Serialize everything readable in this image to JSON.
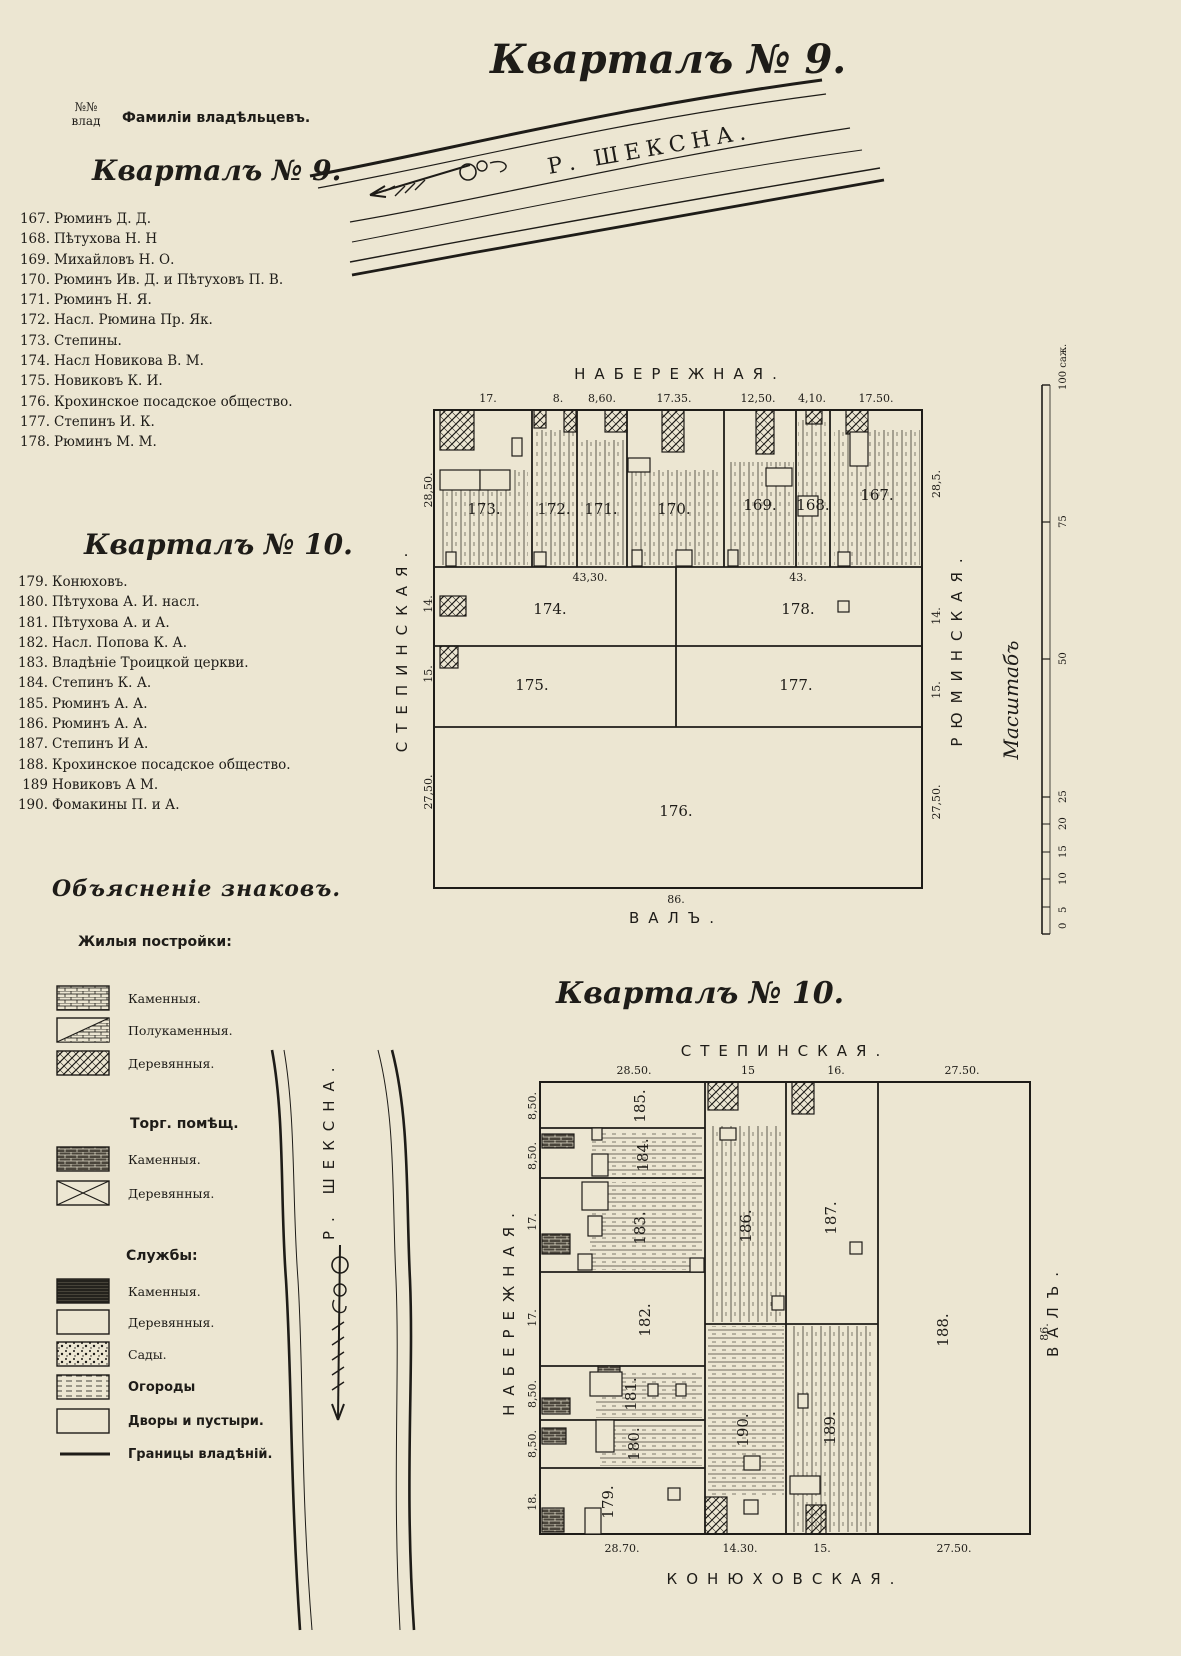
{
  "page_title": "Кварталъ № 9.",
  "list_header": {
    "no": "№№ влад",
    "names": "Фамиліи владѣльцевъ."
  },
  "block9": {
    "title": "Кварталъ № 9.",
    "owners": [
      {
        "no": "167.",
        "name": "Рюминъ Д. Д."
      },
      {
        "no": "168.",
        "name": "Пѣтухова Н. Н"
      },
      {
        "no": "169.",
        "name": "Михайловъ Н. О."
      },
      {
        "no": "170.",
        "name": "Рюминъ Ив. Д. и Пѣтуховъ П. В."
      },
      {
        "no": "171.",
        "name": "Рюминъ Н. Я."
      },
      {
        "no": "172.",
        "name": "Насл. Рюмина Пр. Як."
      },
      {
        "no": "173.",
        "name": "Степины."
      },
      {
        "no": "174.",
        "name": "Насл Новикова В. М."
      },
      {
        "no": "175.",
        "name": "Новиковъ К. И."
      },
      {
        "no": "176.",
        "name": "Крохинское посадское общество."
      },
      {
        "no": "177.",
        "name": "Степинъ И. К."
      },
      {
        "no": "178.",
        "name": "Рюминъ М. М."
      }
    ]
  },
  "block10": {
    "title": "Кварталъ № 10.",
    "owners": [
      {
        "no": "179.",
        "name": "Конюховъ."
      },
      {
        "no": "180.",
        "name": "Пѣтухова А. И. насл."
      },
      {
        "no": "181.",
        "name": "Пѣтухова А. и А."
      },
      {
        "no": "182.",
        "name": "Насл. Попова К. А."
      },
      {
        "no": "183.",
        "name": "Владѣніе Троицкой церкви."
      },
      {
        "no": "184.",
        "name": "Степинъ К. А."
      },
      {
        "no": "185.",
        "name": "Рюминъ А. А."
      },
      {
        "no": "186.",
        "name": "Рюминъ А. А."
      },
      {
        "no": "187.",
        "name": "Степинъ И А."
      },
      {
        "no": "188.",
        "name": "Крохинское посадское общество."
      },
      {
        "no": "189",
        "name": "Новиковъ А М."
      },
      {
        "no": "190.",
        "name": "Фомакины П. и А."
      }
    ]
  },
  "legend": {
    "title": "Объясненіе знаковъ.",
    "residential": {
      "title": "Жилыя постройки:",
      "items": [
        {
          "label": "Каменныя.",
          "pattern": "brick"
        },
        {
          "label": "Полукаменныя.",
          "pattern": "half"
        },
        {
          "label": "Деревянныя.",
          "pattern": "wood"
        }
      ]
    },
    "trade": {
      "title": "Торг. помѣщ.",
      "items": [
        {
          "label": "Каменныя.",
          "pattern": "darkbrick"
        },
        {
          "label": "Деревянныя.",
          "pattern": "cross"
        }
      ]
    },
    "service": {
      "title": "Службы:",
      "items": [
        {
          "label": "Каменныя.",
          "pattern": "dark"
        },
        {
          "label": "Деревянныя.",
          "pattern": "plain"
        },
        {
          "label": "Сады.",
          "pattern": "garden"
        },
        {
          "label": "Огороды",
          "pattern": "dashes"
        },
        {
          "label": "Дворы и пустыри.",
          "pattern": "plain"
        },
        {
          "label": "Границы владѣній.",
          "pattern": "line"
        }
      ]
    }
  },
  "river": {
    "label_top": "Р. ШЕКСНА.",
    "label_side": "Р. ШЕКСНА."
  },
  "map9": {
    "title": "Кварталъ № 9.",
    "street_top": "НАБЕРЕЖНАЯ.",
    "street_left": "СТЕПИНСКАЯ.",
    "street_right": "РЮМИНСКАЯ.",
    "street_bottom": "ВАЛЪ.",
    "top_dims": [
      "17.",
      "8.",
      "8,60.",
      "17.35.",
      "12,50.",
      "4,10.",
      "17.50."
    ],
    "mid_dims": [
      "43,30.",
      "43."
    ],
    "left_dims": [
      "28,50.",
      "14.",
      "15.",
      "27,50."
    ],
    "right_dims": [
      "28,5.",
      "14.",
      "15.",
      "27,50."
    ],
    "bottom_dim": "86.",
    "lots": [
      "173.",
      "172.",
      "171.",
      "170.",
      "169.",
      "168.",
      "167.",
      "174.",
      "178.",
      "175.",
      "177.",
      "176."
    ]
  },
  "scale": {
    "label": "Масштабъ",
    "ticks": [
      "0",
      "5",
      "10",
      "15",
      "20",
      "25",
      "50",
      "75",
      "100 саж."
    ]
  },
  "map10": {
    "title": "Кварталъ № 10.",
    "street_top": "СТЕПИНСКАЯ.",
    "street_left": "НАБЕРЕЖНАЯ.",
    "street_right": "ВАЛЪ.",
    "street_bottom": "КОНЮХОВСКАЯ.",
    "top_dims": [
      "28.50.",
      "15",
      "16.",
      "27.50."
    ],
    "bottom_dims": [
      "28.70.",
      "14.30.",
      "15.",
      "27.50."
    ],
    "left_dims": [
      "8,50.",
      "8,50.",
      "17.",
      "17.",
      "8,50.",
      "8,50.",
      "18."
    ],
    "right_dim": "86.",
    "lots": [
      "185.",
      "184.",
      "183.",
      "186.",
      "187.",
      "182.",
      "181.",
      "180.",
      "190.",
      "189.",
      "179.",
      "188."
    ]
  }
}
